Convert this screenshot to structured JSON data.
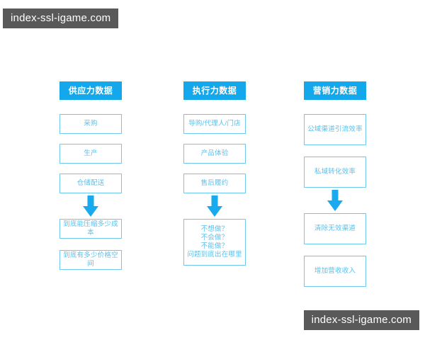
{
  "watermarks": {
    "top": "index-ssl-igame.com",
    "bottom": "index-ssl-igame.com"
  },
  "theme": {
    "header_blue": "#13A7EC",
    "border_blue": "#6FC9EE",
    "text_blue": "#5BC0EB",
    "arrow_blue": "#18A9EE",
    "background": "#FFFFFF",
    "watermark_background": "#595959",
    "watermark_text": "#FFFFFF"
  },
  "diagram": {
    "columns": [
      {
        "id": "supply",
        "header": "供应力数据",
        "nodes": [
          {
            "label": "采购",
            "size": "small"
          },
          {
            "label": "生产",
            "size": "small"
          },
          {
            "label": "仓储配送",
            "size": "small"
          }
        ],
        "arrow": "down-arrow",
        "outcomes": [
          {
            "label": "到底能压缩多少成本",
            "size": "small"
          },
          {
            "label": "到底有多少价格空间",
            "size": "small"
          }
        ]
      },
      {
        "id": "execution",
        "header": "执行力数据",
        "nodes": [
          {
            "label": "导购/代理人/门店",
            "size": "small"
          },
          {
            "label": "产品体验",
            "size": "small"
          },
          {
            "label": "售后履约",
            "size": "small"
          }
        ],
        "arrow": "down-arrow",
        "outcomes": [
          {
            "label": "不想做？\n不会做？\n不能做？\n问题到底出在哪里",
            "size": "block"
          }
        ]
      },
      {
        "id": "marketing",
        "header": "营销力数据",
        "nodes": [
          {
            "label": "公域渠道引流效率",
            "size": "tall"
          },
          {
            "label": "私域转化效率",
            "size": "tall"
          }
        ],
        "arrow": "down-arrow",
        "outcomes": [
          {
            "label": "清除无效渠道",
            "size": "tall"
          },
          {
            "label": "增加营收收入",
            "size": "tall"
          }
        ]
      }
    ]
  }
}
